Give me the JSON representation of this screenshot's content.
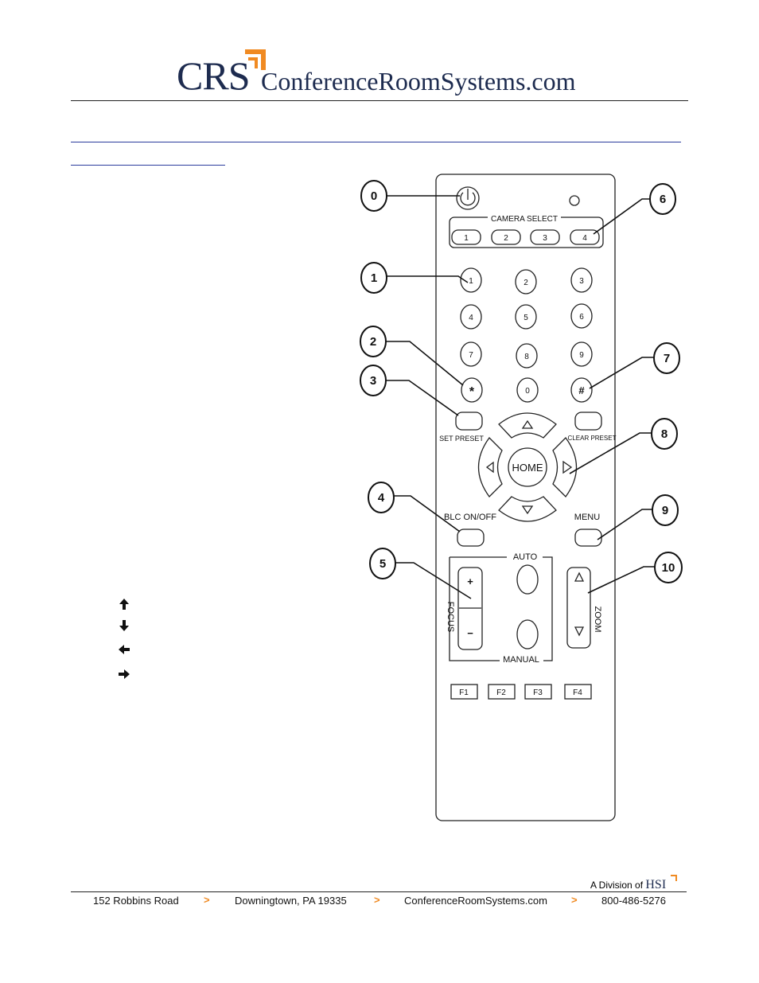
{
  "header": {
    "logo_mark": "CRS",
    "logo_site": "ConferenceRoomSystems.com",
    "brand_color": "#1d2b4f",
    "accent_color": "#f08a22"
  },
  "legend_icons": [
    "arrow-up-icon",
    "arrow-down-icon",
    "arrow-left-icon",
    "arrow-right-icon"
  ],
  "remote": {
    "camera_select_label": "CAMERA SELECT",
    "camera_buttons": [
      "1",
      "2",
      "3",
      "4"
    ],
    "keypad": [
      "1",
      "2",
      "3",
      "4",
      "5",
      "6",
      "7",
      "8",
      "9",
      "*",
      "0",
      "#"
    ],
    "set_preset_label": "SET PRESET",
    "clear_preset_label": "CLEAR PRESET",
    "home_label": "HOME",
    "blc_label": "BLC ON/OFF",
    "menu_label": "MENU",
    "auto_label": "AUTO",
    "manual_label": "MANUAL",
    "focus_label": "FOCUS",
    "zoom_label": "ZOOM",
    "focus_plus": "+",
    "focus_minus": "−",
    "function_buttons": [
      "F1",
      "F2",
      "F3",
      "F4"
    ]
  },
  "callouts": [
    "0",
    "1",
    "2",
    "3",
    "4",
    "5",
    "6",
    "7",
    "8",
    "9",
    "10"
  ],
  "footer": {
    "division_prefix": "A Division of",
    "division_brand": "HSI",
    "address": "152 Robbins Road",
    "city": "Downingtown, PA 19335",
    "website": "ConferenceRoomSystems.com",
    "phone": "800-486-5276",
    "separator": ">"
  }
}
